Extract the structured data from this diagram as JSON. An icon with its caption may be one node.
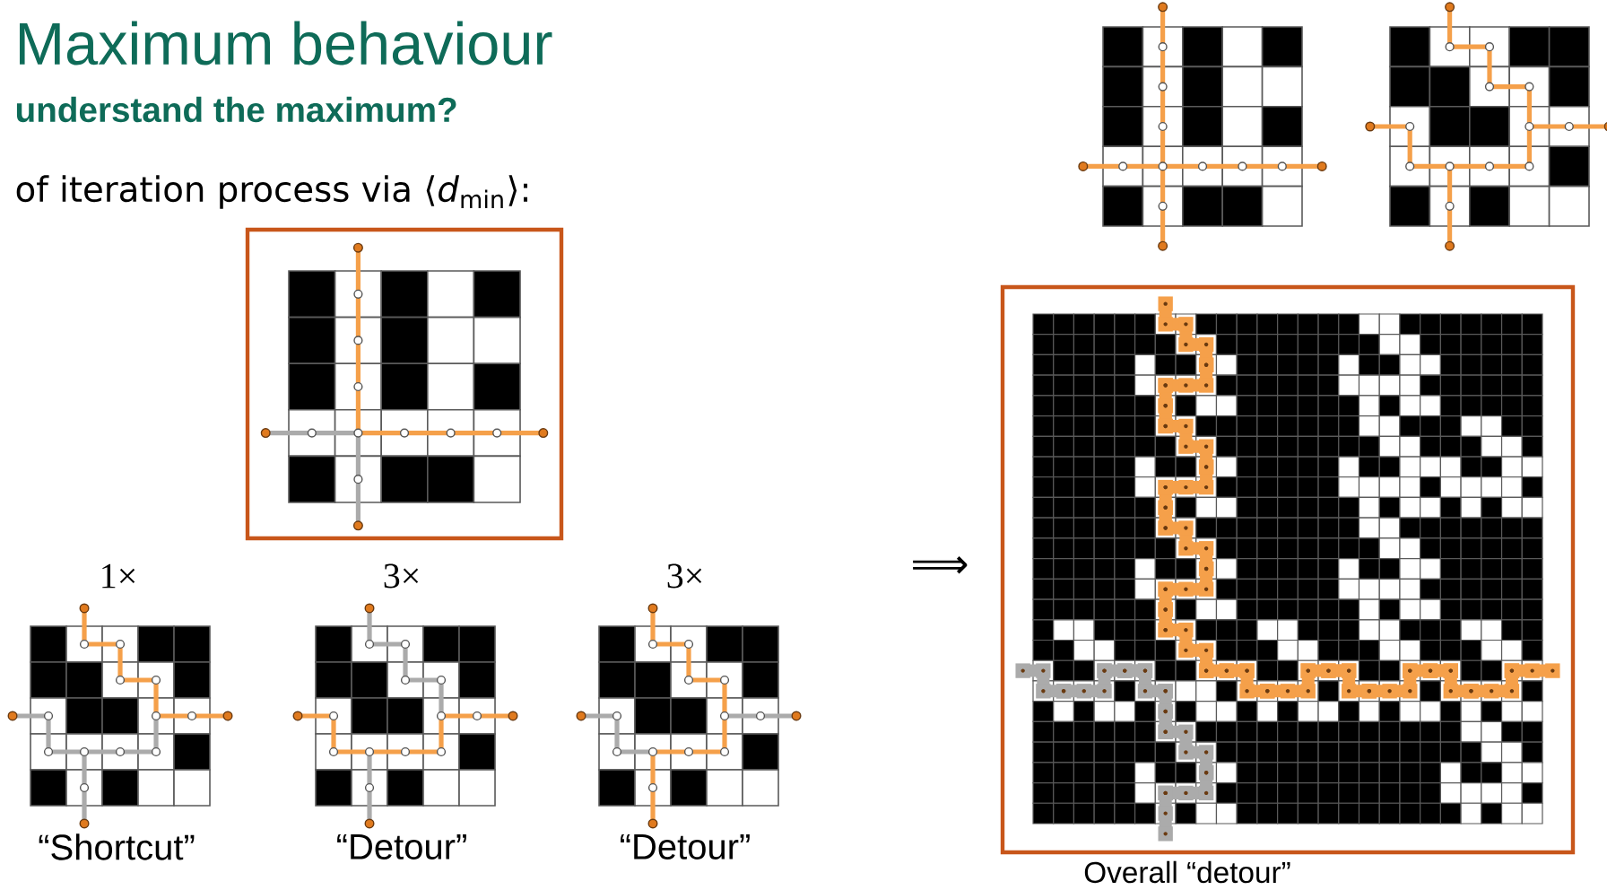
{
  "diagram": {
    "title": "Maximum behaviour",
    "labels": [
      "understand the maximum?",
      "of iteration process via ⟨*d*$_{min}$⟩:",
      "1×",
      "3×",
      "3×",
      "⟹",
      "“Shortcut”",
      "“Detour”",
      "“Detour”",
      "Overall “detour”"
    ]
  }
}
